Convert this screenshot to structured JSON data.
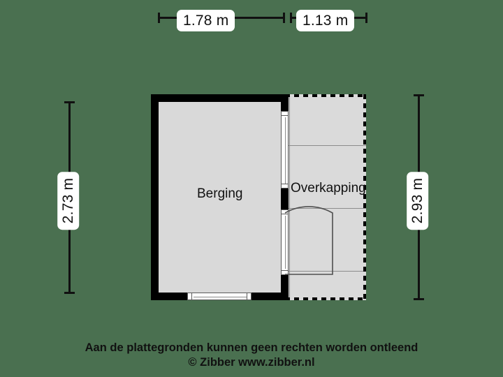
{
  "dimensions": {
    "top_left": "1.78 m",
    "top_right": "1.13 m",
    "left_side": "2.73 m",
    "right_side": "2.93 m"
  },
  "rooms": [
    {
      "label": "Berging"
    },
    {
      "label": "Overkapping"
    }
  ],
  "footer": {
    "line1": "Aan de plattegronden kunnen geen rechten worden ontleend",
    "line2": "© Zibber www.zibber.nl"
  },
  "colors": {
    "background": "#4a7050",
    "wall": "#000000",
    "room_fill": "#d9d9d9",
    "canopy_fill": "#dadada",
    "grid_line": "#8c8c8c",
    "dimension": "#111111",
    "label_background": "#ffffff"
  }
}
